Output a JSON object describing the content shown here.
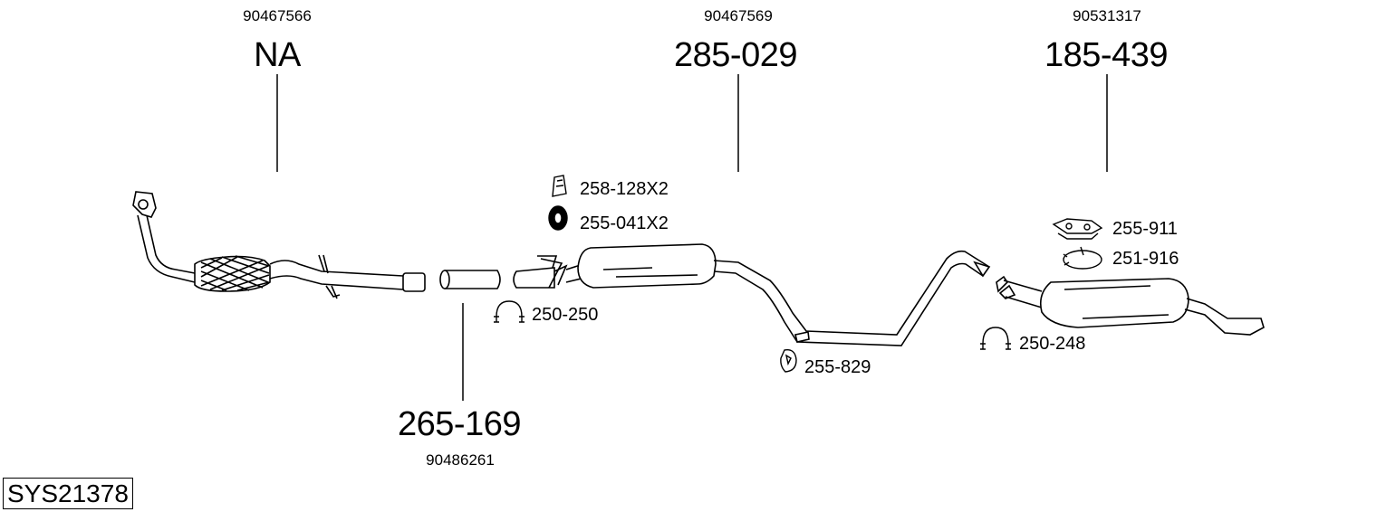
{
  "system_id": "SYS21378",
  "parts": {
    "front_pipe": {
      "oem": "90467566",
      "number": "NA"
    },
    "middle_muffler": {
      "oem": "90467569",
      "number": "285-029"
    },
    "rear_muffler": {
      "oem": "90531317",
      "number": "185-439"
    },
    "connector_pipe": {
      "oem": "90486261",
      "number": "265-169"
    }
  },
  "accessories": {
    "mount_258": "258-128X2",
    "ring_255_041": "255-041X2",
    "clamp_250_250": "250-250",
    "hanger_255_829": "255-829",
    "gasket_255_911": "255-911",
    "clamp_251_916": "251-916",
    "clamp_250_248": "250-248"
  }
}
